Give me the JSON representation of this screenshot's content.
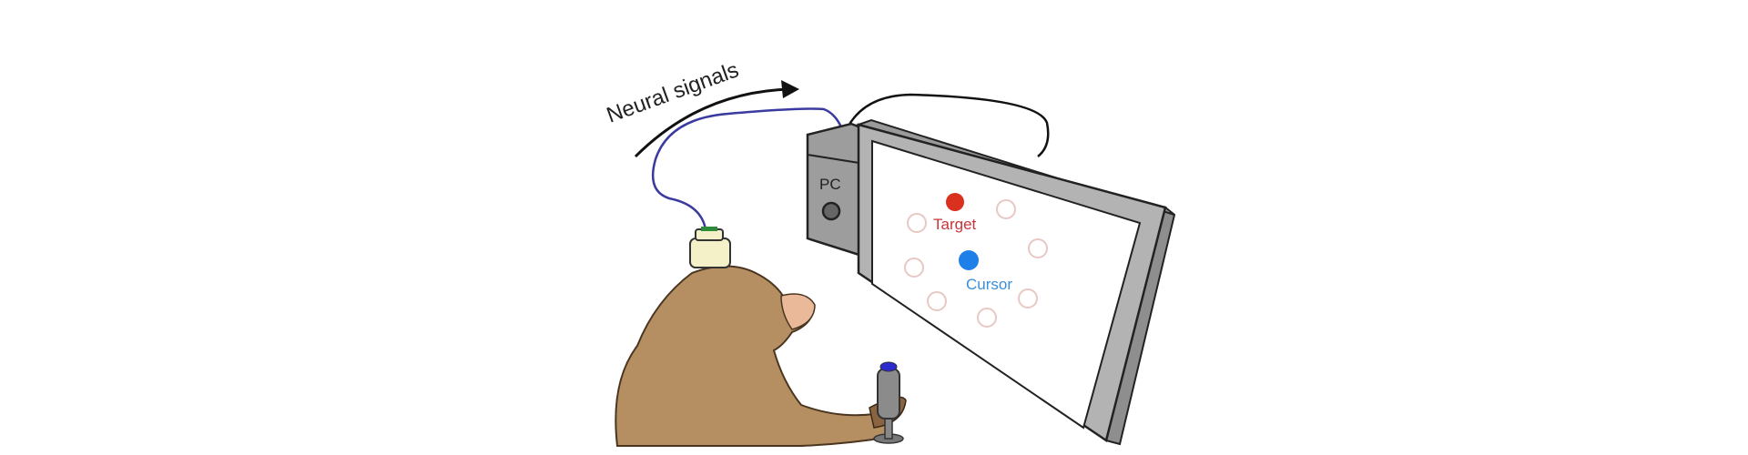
{
  "labels": {
    "arrow": "Neural signals",
    "pc": "PC",
    "target": "Target",
    "cursor": "Cursor"
  },
  "colors": {
    "target": "#d9301f",
    "cursor": "#1f7fe8",
    "cable": "#3a3aa0",
    "monkey": "#b58f62",
    "frame": "#a9a9a9"
  }
}
